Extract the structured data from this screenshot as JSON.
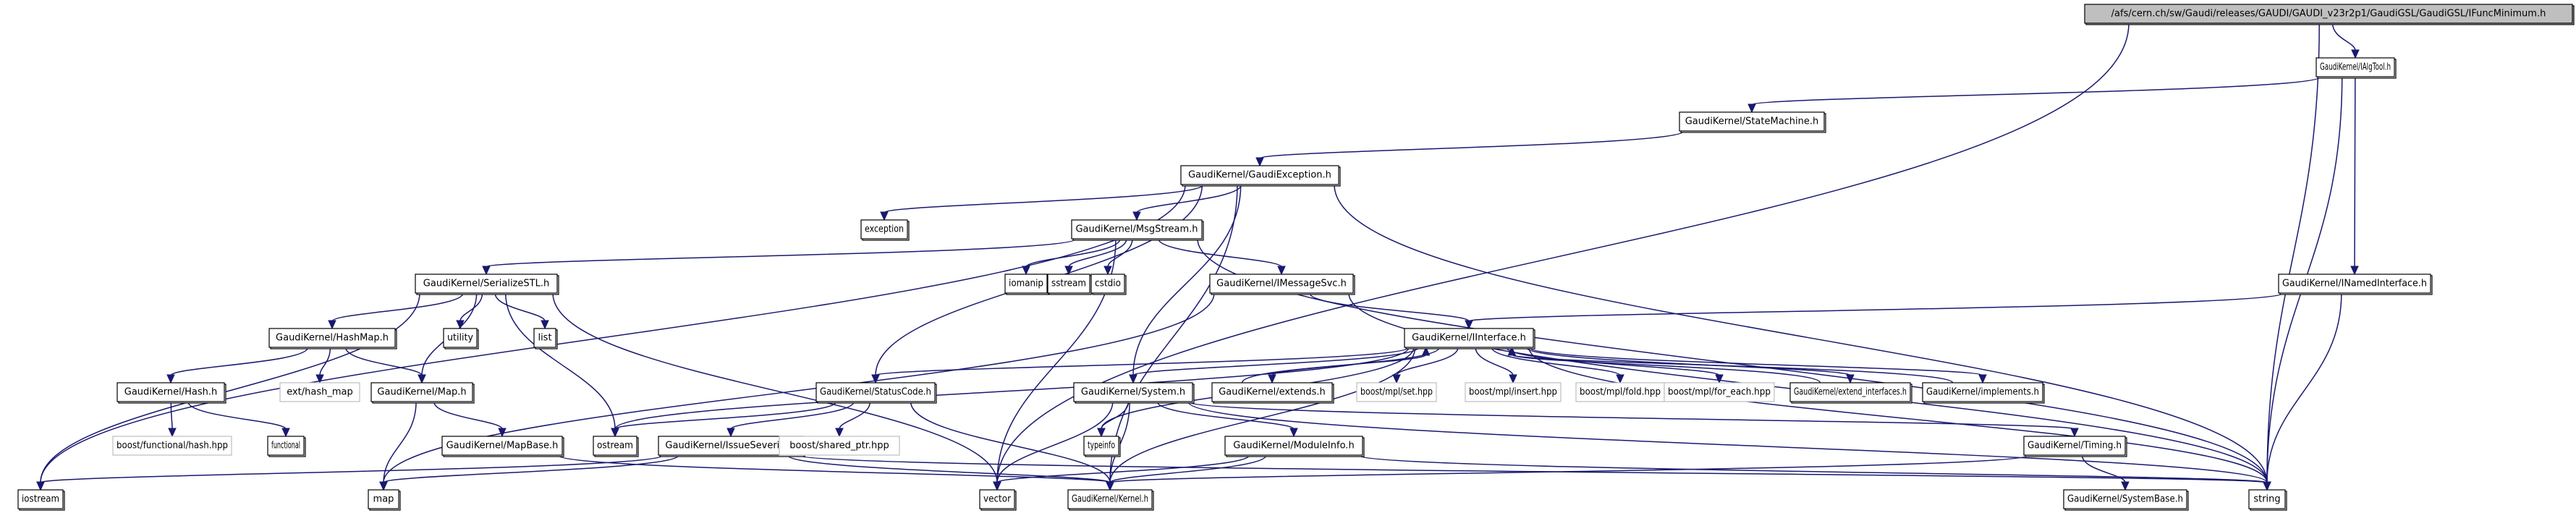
{
  "title": "Include dependency graph for IFuncMinimum.h",
  "colors": {
    "edge": "#191970",
    "root_fill": "#bfbfbf",
    "node_border": "#000000",
    "external_border": "#bfbfbf",
    "background": "#ffffff"
  },
  "nodes": [
    {
      "id": "root",
      "label": "/afs/cern.ch/sw/Gaudi/releases/GAUDI/GAUDI_v23r2p1/GaudiGSL/GaudiGSL/IFuncMinimum.h",
      "kind": "root"
    },
    {
      "id": "IAlgTool",
      "label": "GaudiKernel/IAlgTool.h",
      "kind": "local"
    },
    {
      "id": "StateMachine",
      "label": "GaudiKernel/StateMachine.h",
      "kind": "local"
    },
    {
      "id": "GaudiException",
      "label": "GaudiKernel/GaudiException.h",
      "kind": "local"
    },
    {
      "id": "exception",
      "label": "exception",
      "kind": "local"
    },
    {
      "id": "MsgStream",
      "label": "GaudiKernel/MsgStream.h",
      "kind": "local"
    },
    {
      "id": "SerializeSTL",
      "label": "GaudiKernel/SerializeSTL.h",
      "kind": "local"
    },
    {
      "id": "iomanip",
      "label": "iomanip",
      "kind": "local"
    },
    {
      "id": "sstream",
      "label": "sstream",
      "kind": "local"
    },
    {
      "id": "cstdio",
      "label": "cstdio",
      "kind": "local"
    },
    {
      "id": "IMessageSvc",
      "label": "GaudiKernel/IMessageSvc.h",
      "kind": "local"
    },
    {
      "id": "INamedInterface",
      "label": "GaudiKernel/INamedInterface.h",
      "kind": "local"
    },
    {
      "id": "HashMap",
      "label": "GaudiKernel/HashMap.h",
      "kind": "local"
    },
    {
      "id": "utility",
      "label": "utility",
      "kind": "local"
    },
    {
      "id": "list",
      "label": "list",
      "kind": "local"
    },
    {
      "id": "IInterface",
      "label": "GaudiKernel/IInterface.h",
      "kind": "local"
    },
    {
      "id": "Hash",
      "label": "GaudiKernel/Hash.h",
      "kind": "local"
    },
    {
      "id": "ext_hash_map",
      "label": "ext/hash_map",
      "kind": "external"
    },
    {
      "id": "Map",
      "label": "GaudiKernel/Map.h",
      "kind": "local"
    },
    {
      "id": "StatusCode",
      "label": "GaudiKernel/StatusCode.h",
      "kind": "local"
    },
    {
      "id": "System",
      "label": "GaudiKernel/System.h",
      "kind": "local"
    },
    {
      "id": "extends",
      "label": "GaudiKernel/extends.h",
      "kind": "local"
    },
    {
      "id": "mpl_set",
      "label": "boost/mpl/set.hpp",
      "kind": "external"
    },
    {
      "id": "mpl_insert",
      "label": "boost/mpl/insert.hpp",
      "kind": "external"
    },
    {
      "id": "mpl_fold",
      "label": "boost/mpl/fold.hpp",
      "kind": "external"
    },
    {
      "id": "mpl_for_each",
      "label": "boost/mpl/for_each.hpp",
      "kind": "external"
    },
    {
      "id": "extend_interfaces",
      "label": "GaudiKernel/extend_interfaces.h",
      "kind": "local"
    },
    {
      "id": "implements",
      "label": "GaudiKernel/implements.h",
      "kind": "local"
    },
    {
      "id": "functional_hash",
      "label": "boost/functional/hash.hpp",
      "kind": "external"
    },
    {
      "id": "functional",
      "label": "functional",
      "kind": "local"
    },
    {
      "id": "MapBase",
      "label": "GaudiKernel/MapBase.h",
      "kind": "local"
    },
    {
      "id": "ostream",
      "label": "ostream",
      "kind": "local"
    },
    {
      "id": "IssueSeverity",
      "label": "GaudiKernel/IssueSeverity.h",
      "kind": "local"
    },
    {
      "id": "shared_ptr",
      "label": "boost/shared_ptr.hpp",
      "kind": "external"
    },
    {
      "id": "typeinfo",
      "label": "typeinfo",
      "kind": "local"
    },
    {
      "id": "ModuleInfo",
      "label": "GaudiKernel/ModuleInfo.h",
      "kind": "local"
    },
    {
      "id": "Timing",
      "label": "GaudiKernel/Timing.h",
      "kind": "local"
    },
    {
      "id": "iostream",
      "label": "iostream",
      "kind": "local"
    },
    {
      "id": "map",
      "label": "map",
      "kind": "local"
    },
    {
      "id": "vector",
      "label": "vector",
      "kind": "local"
    },
    {
      "id": "Kernel",
      "label": "GaudiKernel/Kernel.h",
      "kind": "local"
    },
    {
      "id": "SystemBase",
      "label": "GaudiKernel/SystemBase.h",
      "kind": "local"
    },
    {
      "id": "string",
      "label": "string",
      "kind": "local"
    }
  ],
  "edges": [
    [
      "root",
      "IAlgTool"
    ],
    [
      "root",
      "string"
    ],
    [
      "root",
      "vector"
    ],
    [
      "IAlgTool",
      "StateMachine"
    ],
    [
      "IAlgTool",
      "INamedInterface"
    ],
    [
      "IAlgTool",
      "string"
    ],
    [
      "StateMachine",
      "GaudiException"
    ],
    [
      "GaudiException",
      "exception"
    ],
    [
      "GaudiException",
      "MsgStream"
    ],
    [
      "GaudiException",
      "StatusCode"
    ],
    [
      "GaudiException",
      "System"
    ],
    [
      "GaudiException",
      "string"
    ],
    [
      "GaudiException",
      "iostream"
    ],
    [
      "GaudiException",
      "Kernel"
    ],
    [
      "MsgStream",
      "SerializeSTL"
    ],
    [
      "MsgStream",
      "iomanip"
    ],
    [
      "MsgStream",
      "sstream"
    ],
    [
      "MsgStream",
      "cstdio"
    ],
    [
      "MsgStream",
      "IMessageSvc"
    ],
    [
      "MsgStream",
      "vector"
    ],
    [
      "MsgStream",
      "string"
    ],
    [
      "SerializeSTL",
      "HashMap"
    ],
    [
      "SerializeSTL",
      "utility"
    ],
    [
      "SerializeSTL",
      "list"
    ],
    [
      "SerializeSTL",
      "Map"
    ],
    [
      "SerializeSTL",
      "ostream"
    ],
    [
      "SerializeSTL",
      "iostream"
    ],
    [
      "SerializeSTL",
      "vector"
    ],
    [
      "IMessageSvc",
      "IInterface"
    ],
    [
      "IMessageSvc",
      "string"
    ],
    [
      "IMessageSvc",
      "map"
    ],
    [
      "INamedInterface",
      "IInterface"
    ],
    [
      "INamedInterface",
      "string"
    ],
    [
      "HashMap",
      "Hash"
    ],
    [
      "HashMap",
      "ext_hash_map"
    ],
    [
      "HashMap",
      "Map"
    ],
    [
      "Hash",
      "functional_hash"
    ],
    [
      "Hash",
      "functional"
    ],
    [
      "Map",
      "map"
    ],
    [
      "Map",
      "MapBase"
    ],
    [
      "MapBase",
      "Kernel"
    ],
    [
      "IInterface",
      "StatusCode"
    ],
    [
      "IInterface",
      "System"
    ],
    [
      "IInterface",
      "extends"
    ],
    [
      "IInterface",
      "mpl_set"
    ],
    [
      "IInterface",
      "mpl_insert"
    ],
    [
      "IInterface",
      "mpl_fold"
    ],
    [
      "IInterface",
      "mpl_for_each"
    ],
    [
      "IInterface",
      "extend_interfaces"
    ],
    [
      "IInterface",
      "implements"
    ],
    [
      "IInterface",
      "ostream"
    ],
    [
      "IInterface",
      "typeinfo"
    ],
    [
      "IInterface",
      "Kernel"
    ],
    [
      "IInterface",
      "string"
    ],
    [
      "extends",
      "IInterface"
    ],
    [
      "extend_interfaces",
      "IInterface"
    ],
    [
      "implements",
      "IInterface"
    ],
    [
      "StatusCode",
      "ostream"
    ],
    [
      "StatusCode",
      "IssueSeverity"
    ],
    [
      "StatusCode",
      "shared_ptr"
    ],
    [
      "StatusCode",
      "Kernel"
    ],
    [
      "IssueSeverity",
      "map"
    ],
    [
      "IssueSeverity",
      "string"
    ],
    [
      "IssueSeverity",
      "iostream"
    ],
    [
      "IssueSeverity",
      "Kernel"
    ],
    [
      "System",
      "typeinfo"
    ],
    [
      "System",
      "ModuleInfo"
    ],
    [
      "System",
      "Timing"
    ],
    [
      "System",
      "Kernel"
    ],
    [
      "System",
      "vector"
    ],
    [
      "System",
      "string"
    ],
    [
      "ModuleInfo",
      "Kernel"
    ],
    [
      "ModuleInfo",
      "string"
    ],
    [
      "ModuleInfo",
      "vector"
    ],
    [
      "Timing",
      "SystemBase"
    ],
    [
      "Timing",
      "Kernel"
    ]
  ]
}
